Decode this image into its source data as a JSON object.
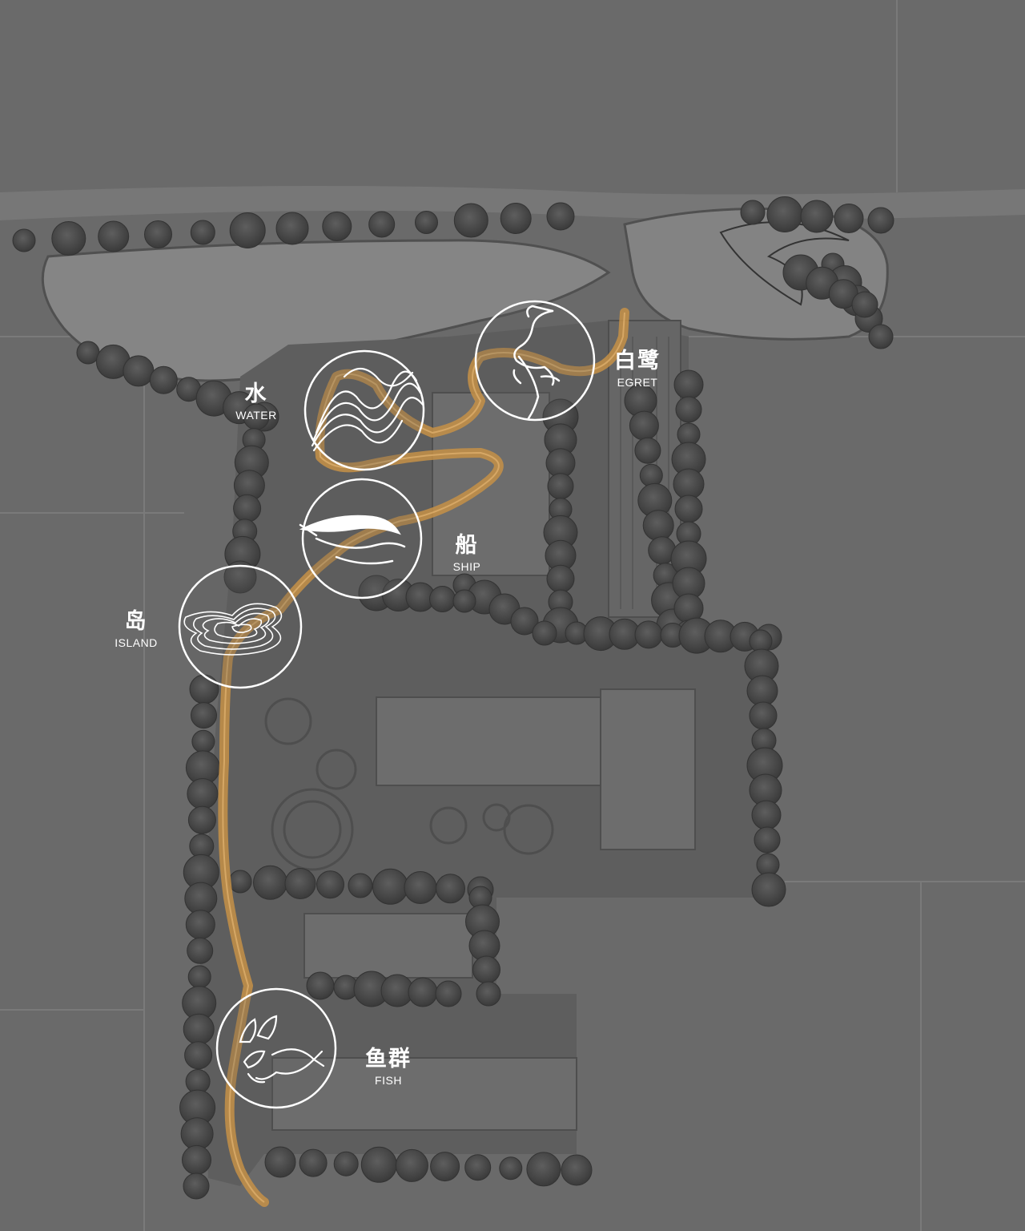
{
  "map": {
    "colors": {
      "background": "#6a6a6a",
      "water": "#888888",
      "trees": "#474747",
      "route": "#c69046",
      "icon_stroke": "#ffffff"
    },
    "nodes": [
      {
        "id": "water",
        "zh": "水",
        "en": "WATER",
        "icon": "water-wave-icon"
      },
      {
        "id": "egret",
        "zh": "白鹭",
        "en": "EGRET",
        "icon": "egret-icon"
      },
      {
        "id": "ship",
        "zh": "船",
        "en": "SHIP",
        "icon": "ship-icon"
      },
      {
        "id": "island",
        "zh": "岛",
        "en": "ISLAND",
        "icon": "island-contour-icon"
      },
      {
        "id": "fish",
        "zh": "鱼群",
        "en": "FISH",
        "icon": "fish-school-icon"
      }
    ]
  }
}
